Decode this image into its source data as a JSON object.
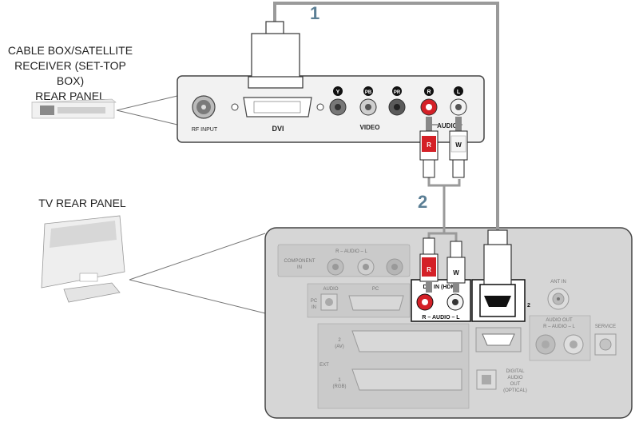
{
  "labels": {
    "stb_title_1": "CABLE BOX/SATELLITE",
    "stb_title_2": "RECEIVER (SET-TOP BOX)",
    "stb_title_3": "REAR PANEL",
    "tv_title": "TV REAR PANEL"
  },
  "steps": {
    "one": "1",
    "two": "2"
  },
  "stb_panel": {
    "rf_input": "RF INPUT",
    "dvi": "DVI",
    "video": "VIDEO",
    "audio": "AUDIO",
    "jack_y": "Y",
    "jack_pb": "PB",
    "jack_pr": "PR",
    "jack_r": "R",
    "jack_l": "L"
  },
  "plugs": {
    "red": "R",
    "white": "W"
  },
  "tv_panel": {
    "component_in_1": "COMPONENT",
    "component_in_2": "IN",
    "audio_rl": "R – AUDIO – L",
    "pc_in_1": "PC",
    "pc_in_2": "IN",
    "audio": "AUDIO",
    "pc": "PC",
    "dvi_in_hdmi": "DVI IN (HDMI)",
    "audio_rl_dvi": "R – AUDIO – L",
    "ant_in": "ANT IN",
    "audio_out": "AUDIO OUT",
    "audio_out_rl": "R – AUDIO – L",
    "service": "SERVICE",
    "ext": "EXT",
    "ext2_1": "2",
    "ext2_2": "(AV)",
    "ext1_1": "1",
    "ext1_2": "(RGB)",
    "optical_1": "DIGITAL",
    "optical_2": "AUDIO",
    "optical_3": "OUT",
    "optical_4": "(OPTICAL)",
    "hdmi_num": "2"
  }
}
